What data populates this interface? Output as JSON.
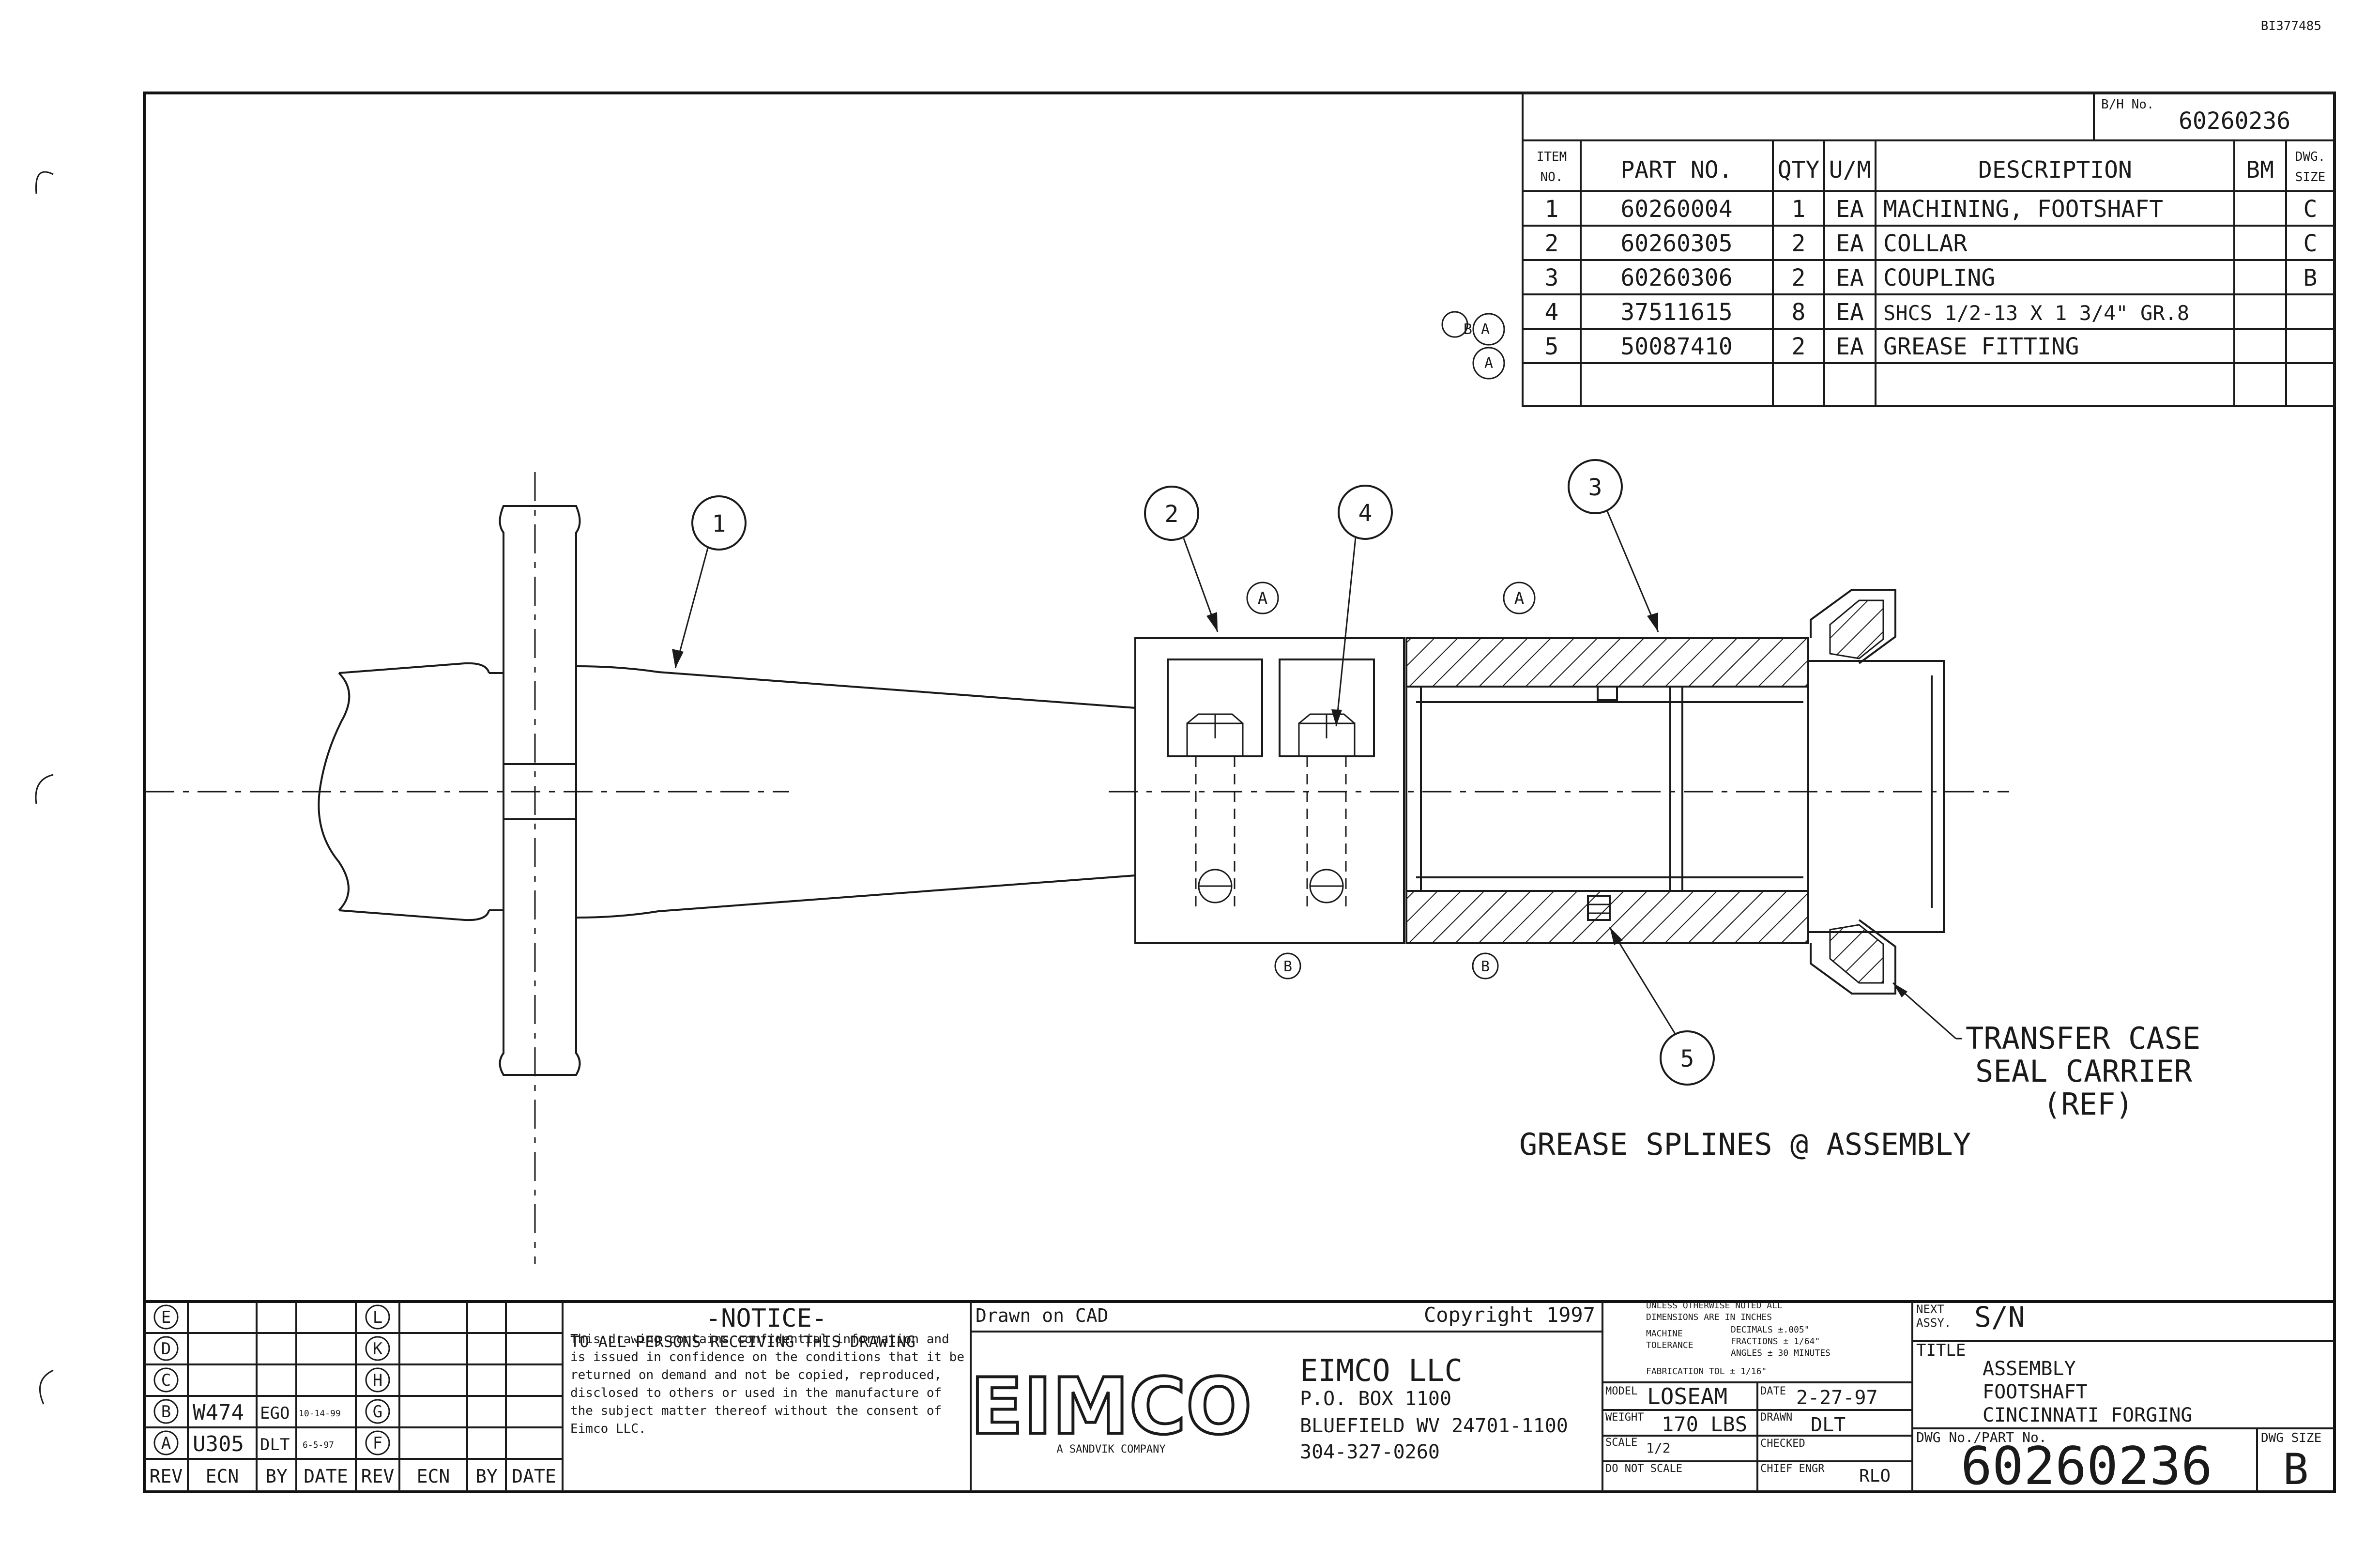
{
  "doc_id": "BI377485",
  "bom": {
    "bh_label": "B/H No.",
    "bh_number": "60260236",
    "headers": {
      "item_line1": "ITEM",
      "item_line2": "NO.",
      "part": "PART NO.",
      "qty": "QTY",
      "um": "U/M",
      "desc": "DESCRIPTION",
      "bm": "BM",
      "size_line1": "DWG.",
      "size_line2": "SIZE"
    },
    "rows": [
      {
        "item": "1",
        "part": "60260004",
        "qty": "1",
        "um": "EA",
        "desc": "MACHINING, FOOTSHAFT",
        "bm": "",
        "size": "C",
        "rev": ""
      },
      {
        "item": "2",
        "part": "60260305",
        "qty": "2",
        "um": "EA",
        "desc": "COLLAR",
        "bm": "",
        "size": "C",
        "rev": ""
      },
      {
        "item": "3",
        "part": "60260306",
        "qty": "2",
        "um": "EA",
        "desc": "COUPLING",
        "bm": "",
        "size": "B",
        "rev": ""
      },
      {
        "item": "4",
        "part": "37511615",
        "qty": "8",
        "um": "EA",
        "desc": "SHCS 1/2-13 X 1 3/4\" GR.8",
        "bm": "",
        "size": "",
        "rev": "B A"
      },
      {
        "item": "5",
        "part": "50087410",
        "qty": "2",
        "um": "EA",
        "desc": "GREASE FITTING",
        "bm": "",
        "size": "",
        "rev": "A"
      }
    ]
  },
  "balloons": [
    "1",
    "2",
    "3",
    "4",
    "5"
  ],
  "rev_markers": [
    "A",
    "A",
    "B",
    "B"
  ],
  "annotations": {
    "transfer_line1": "TRANSFER CASE",
    "transfer_line2": "SEAL CARRIER",
    "transfer_line3": "(REF)",
    "grease_note": "GREASE SPLINES @ ASSEMBLY"
  },
  "revisions": {
    "left_letters": [
      "E",
      "D",
      "C",
      "B",
      "A"
    ],
    "right_letters": [
      "L",
      "K",
      "H",
      "G",
      "F"
    ],
    "entries": [
      {
        "ecn": "",
        "by": "",
        "date": ""
      },
      {
        "ecn": "",
        "by": "",
        "date": ""
      },
      {
        "ecn": "",
        "by": "",
        "date": ""
      },
      {
        "ecn": "W474",
        "by": "EGO",
        "date": "10-14-99"
      },
      {
        "ecn": "U305",
        "by": "DLT",
        "date": "6-5-97"
      }
    ],
    "headers": {
      "rev": "REV",
      "ecn": "ECN",
      "by": "BY",
      "date": "DATE"
    }
  },
  "notice": {
    "title": "-NOTICE-",
    "subtitle": "TO ALL PERSONS RECEIVING THIS DRAWING",
    "body": "This drawing contains confidential information and is issued in confidence on the conditions that it be returned on demand and not be copied, reproduced, disclosed to others or used in the manufacture of the subject matter thereof without the consent of Eimco LLC."
  },
  "company": {
    "drawn_on": "Drawn on CAD",
    "copyright": "Copyright 1997",
    "logo": "EIMCO",
    "logo_sub": "A SANDVIK COMPANY",
    "name": "EIMCO LLC",
    "address1": "P.O. BOX 1100",
    "address2": "BLUEFIELD WV 24701-1100",
    "phone": "304-327-0260"
  },
  "tolerance": {
    "line1": "UNLESS OTHERWISE NOTED ALL",
    "line2": "DIMENSIONS ARE IN INCHES",
    "machine_label": "MACHINE",
    "tolerance_label": "TOLERANCE",
    "decimals": "DECIMALS ±.005\"",
    "fractions": "FRACTIONS ± 1/64\"",
    "angles": "ANGLES ± 30 MINUTES",
    "fabrication": "FABRICATION TOL ± 1/16\""
  },
  "info": {
    "model_label": "MODEL",
    "model": "LOSEAM",
    "date_label": "DATE",
    "date": "2-27-97",
    "weight_label": "WEIGHT",
    "weight": "170 LBS",
    "drawn_label": "DRAWN",
    "drawn": "DLT",
    "scale_label": "SCALE",
    "scale": "1/2",
    "checked_label": "CHECKED",
    "dns": "DO NOT SCALE",
    "chief_label": "CHIEF ENGR",
    "chief": "RLO"
  },
  "titleblock": {
    "next_label1": "NEXT",
    "next_label2": "ASSY.",
    "next_assy": "S/N",
    "title_label": "TITLE",
    "title_line1": "ASSEMBLY",
    "title_line2": "FOOTSHAFT",
    "title_line3": "CINCINNATI FORGING",
    "dwg_label": "DWG No./PART No.",
    "dwg_number": "60260236",
    "size_label": "DWG SIZE",
    "size": "B"
  }
}
